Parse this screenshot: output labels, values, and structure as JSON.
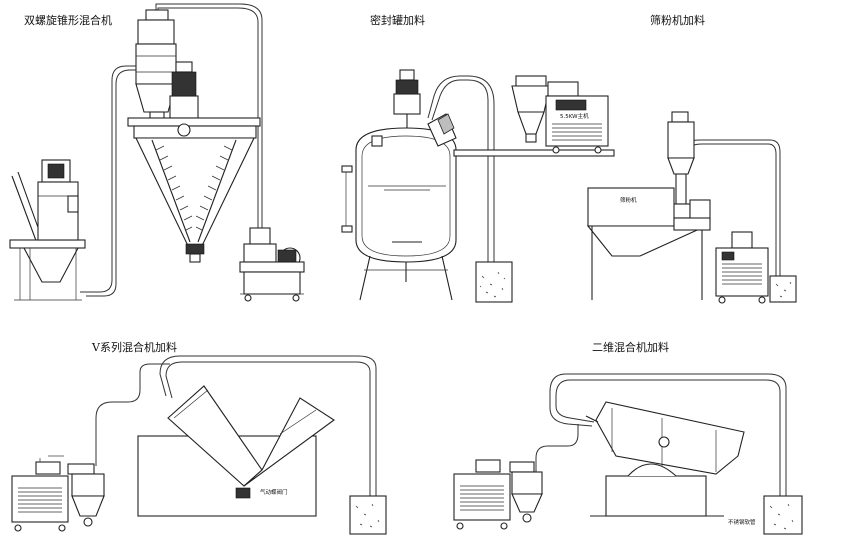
{
  "scenes": {
    "double_screw": {
      "title": "双螺旋锥形混合机"
    },
    "sealed_tank": {
      "title": "密封罐加料",
      "unit_label": "5.5KW主机"
    },
    "sieve": {
      "title": "筛粉机加料",
      "unit_label": "筛粉机"
    },
    "v_mixer": {
      "title": "V系列混合机加料",
      "valve_label": "气动蝶阀门"
    },
    "two_d_mixer": {
      "title": "二维混合机加料",
      "pipe_label": "不锈钢软管"
    }
  },
  "colors": {
    "line": "#222222",
    "background": "#ffffff",
    "dark_fill": "#333333"
  }
}
